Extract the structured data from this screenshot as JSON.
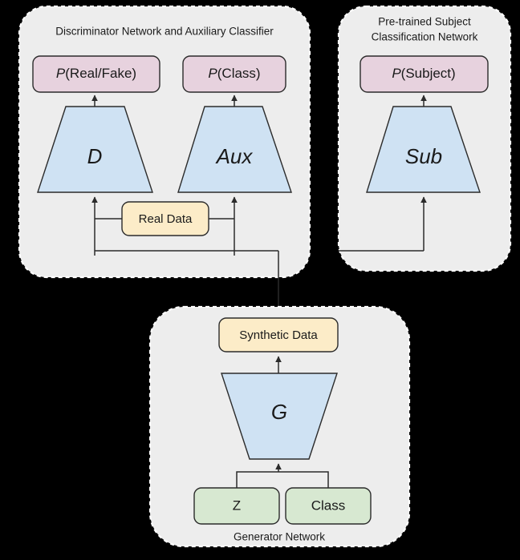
{
  "figure": {
    "background_color": "#000000",
    "panel_color": "#ededed",
    "colors": {
      "probability_box": "#e7d2de",
      "network_trapezoid": "#cfe2f3",
      "data_box": "#fcecc8",
      "input_box": "#d7e8d1",
      "stroke": "#2b2b2b",
      "panel_dash": "#ffffff"
    }
  },
  "panels": {
    "discriminator": {
      "title": "Discriminator Network and Auxiliary Classifier",
      "outputs": [
        {
          "id": "p-real-fake",
          "italic": "P",
          "rest": "(Real/Fake)"
        },
        {
          "id": "p-class",
          "italic": "P",
          "rest": "(Class)"
        }
      ],
      "networks": [
        {
          "id": "discriminator",
          "label": "D"
        },
        {
          "id": "auxiliary",
          "label": "Aux"
        }
      ],
      "data_box": "Real Data"
    },
    "subject": {
      "title_line1": "Pre-trained Subject",
      "title_line2": "Classification Network",
      "output": {
        "id": "p-subject",
        "italic": "P",
        "rest": "(Subject)"
      },
      "network": {
        "id": "subject",
        "label": "Sub"
      }
    },
    "generator": {
      "title": "Generator Network",
      "output_box": "Synthetic Data",
      "network": {
        "id": "generator",
        "label": "G"
      },
      "inputs": [
        {
          "id": "noise",
          "label": "Z"
        },
        {
          "id": "class",
          "label": "Class"
        }
      ]
    }
  }
}
